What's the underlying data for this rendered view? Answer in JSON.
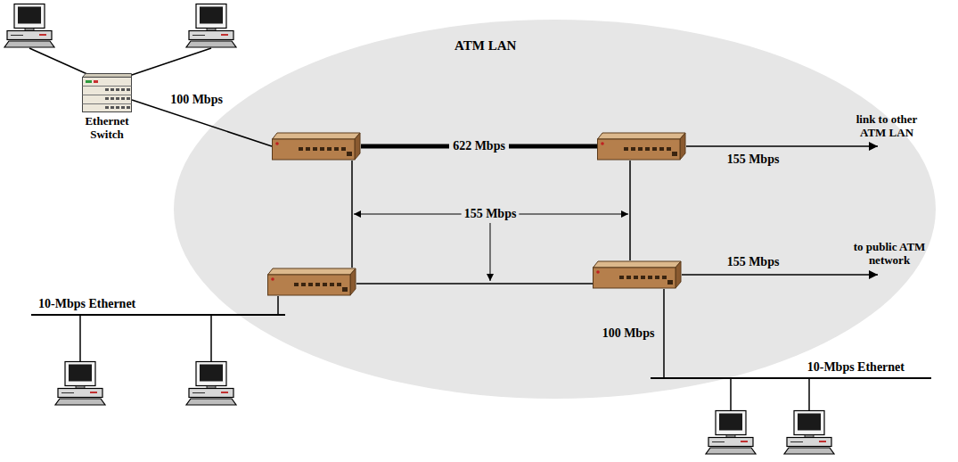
{
  "diagram": {
    "nodes": [
      {
        "text": [
          "ATM LAN"
        ]
      },
      {
        "text": [
          "Ethernet Switch"
        ]
      },
      {
        "text": [],
        "in": 0
      },
      {
        "text": [],
        "in": 0
      },
      {
        "text": [],
        "in": 0
      },
      {
        "text": [],
        "in": 0
      },
      {
        "text": [
          "10-Mbps Ethernet"
        ]
      },
      {
        "text": [
          "10-Mbps Ethernet"
        ]
      }
    ],
    "edges": [
      {
        "from": 1,
        "to": 2,
        "arrow": "none",
        "label": "100 Mbps"
      },
      {
        "from": 2,
        "to": 3,
        "arrow": "none",
        "label": "622 Mbps"
      },
      {
        "from": 2,
        "to": 4,
        "arrow": "none"
      },
      {
        "from": 3,
        "to": 5,
        "arrow": "none"
      },
      {
        "from": 4,
        "to": 5,
        "arrow": "none"
      },
      {
        "from": 4,
        "to": 6,
        "arrow": "none"
      },
      {
        "from": 5,
        "to": 7,
        "arrow": "none",
        "label": "100 Mbps"
      }
    ],
    "labels": [
      "155 Mbps",
      "link to other ATM LAN",
      "155 Mbps",
      "155 Mbps",
      "to public ATM network"
    ]
  }
}
